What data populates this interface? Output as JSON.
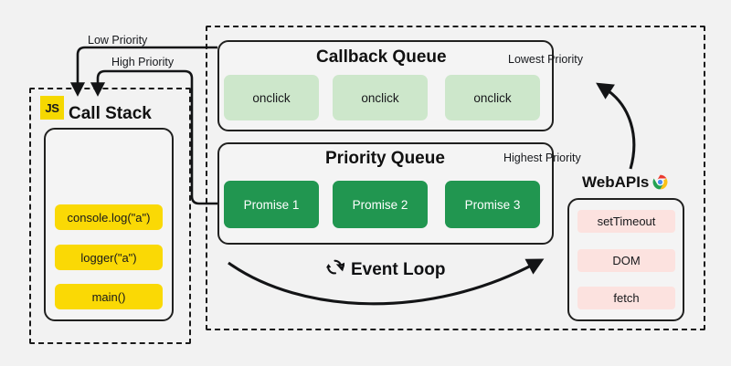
{
  "theme": {
    "background": "#f2f2f2",
    "stroke": "#1a1a1a",
    "yellow": "#fad905",
    "js_badge_yellow": "#f5d800",
    "light_green": "#cde7cb",
    "dark_green": "#219650",
    "pink": "#fce2df",
    "panel_fill": "#f4f4f4"
  },
  "js_runtime": {
    "badge_label": "JS",
    "title": "Call Stack",
    "stack_frames": [
      {
        "label": "console.log(\"a\")"
      },
      {
        "label": "logger(\"a\")"
      },
      {
        "label": "main()"
      }
    ]
  },
  "browser": {
    "callback_queue": {
      "title": "Callback Queue",
      "priority_note": "Lowest Priority",
      "items": [
        {
          "label": "onclick"
        },
        {
          "label": "onclick"
        },
        {
          "label": "onclick"
        }
      ]
    },
    "priority_queue": {
      "title": "Priority Queue",
      "priority_note": "Highest Priority",
      "items": [
        {
          "label": "Promise 1"
        },
        {
          "label": "Promise 2"
        },
        {
          "label": "Promise 3"
        }
      ]
    },
    "event_loop": {
      "label": "Event Loop",
      "icon": "refresh-cycle-icon"
    },
    "webapis": {
      "title": "WebAPIs",
      "icon": "chrome-logo-icon",
      "items": [
        {
          "label": "setTimeout"
        },
        {
          "label": "DOM"
        },
        {
          "label": "fetch"
        }
      ]
    }
  },
  "arrows": {
    "low_priority_label": "Low Priority",
    "high_priority_label": "High Priority"
  }
}
